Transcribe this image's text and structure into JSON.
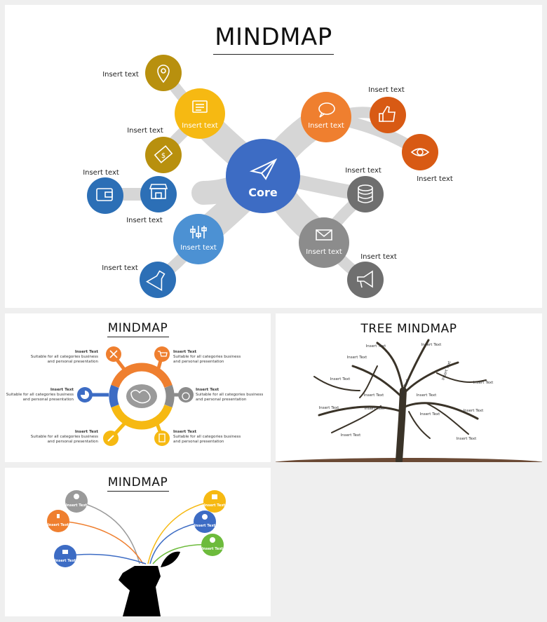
{
  "panel1": {
    "title": "MINDMAP",
    "core_label": "Core",
    "inner_nodes": [
      "Insert text",
      "Insert text",
      "Insert text",
      "Insert text"
    ],
    "outer_labels": [
      "Insert text",
      "Insert text",
      "Insert text",
      "Insert text",
      "Insert text",
      "Insert text",
      "Insert text",
      "Insert text",
      "Insert text"
    ],
    "colors": {
      "core": "#3d6cc4",
      "yellow": "#f6b912",
      "gold": "#b8900e",
      "blue": "#2c6fb6",
      "lightblue": "#4c91d3",
      "orange": "#ef7f2f",
      "darkorange": "#d85a14",
      "gray": "#8c8c8c",
      "darkgray": "#6f6f6f"
    }
  },
  "panel2": {
    "title": "MINDMAP",
    "items": [
      {
        "title": "Insert Text",
        "desc1": "Suitable for all categories business",
        "desc2": "and personal presentation"
      },
      {
        "title": "Insert Text",
        "desc1": "Suitable for all categories business",
        "desc2": "and personal presentation"
      },
      {
        "title": "Insert Text",
        "desc1": "Suitable for all categories business",
        "desc2": "and personal presentation"
      },
      {
        "title": "Insert Text",
        "desc1": "Suitable for all categories business",
        "desc2": "and personal presentation"
      },
      {
        "title": "Insert Text",
        "desc1": "Suitable for all categories business",
        "desc2": "and personal presentation"
      },
      {
        "title": "Insert Text",
        "desc1": "Suitable for all categories business",
        "desc2": "and personal presentation"
      }
    ]
  },
  "panel3": {
    "title": "TREE MINDMAP",
    "labels": [
      "Insert Text",
      "Insert Text",
      "Insert Text",
      "Insert Text",
      "Insert Text",
      "Insert Text",
      "Insert Text",
      "Insert Text",
      "Insert Text",
      "Insert Text",
      "Insert Text",
      "Insert Text",
      "Insert Text",
      "Insert Text",
      "Insert Text"
    ]
  },
  "panel4": {
    "title": "MINDMAP",
    "labels": [
      "Insert Text",
      "Insert Text",
      "Insert Text",
      "Insert Text",
      "Insert Text",
      "Insert Text"
    ]
  }
}
